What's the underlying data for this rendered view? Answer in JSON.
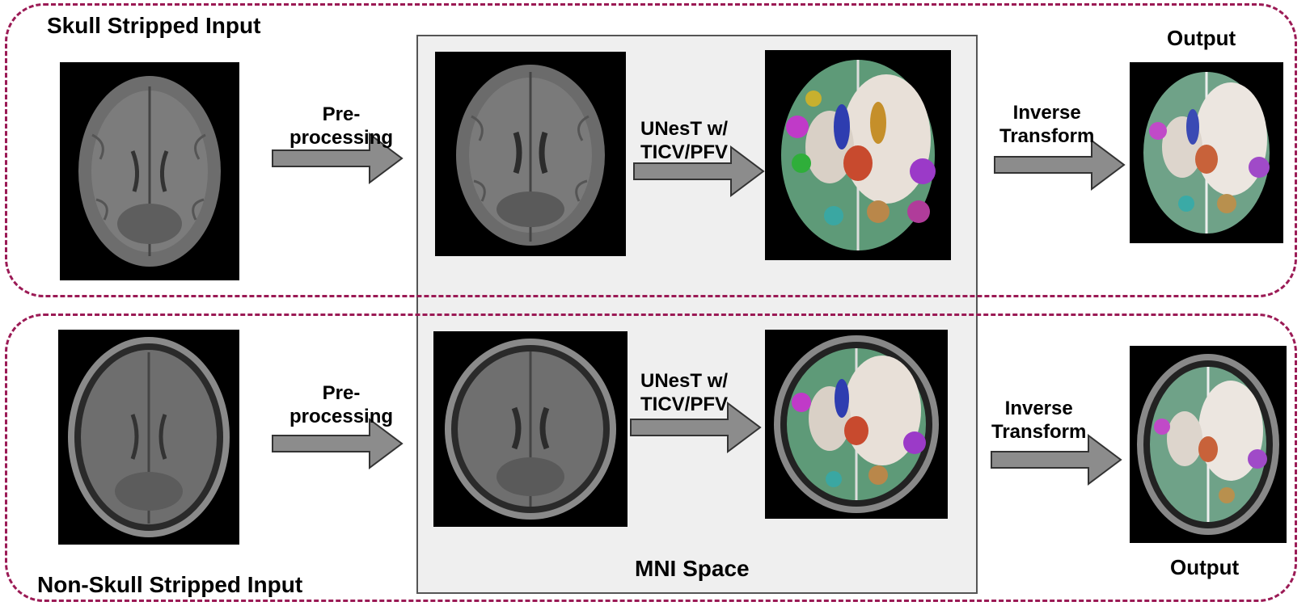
{
  "top_row": {
    "title": "Skull Stripped Input",
    "step1_label": "Pre-\nprocessing",
    "step2_label": "UNesT w/\nTICV/PFV",
    "step3_label": "Inverse\nTransform",
    "output_label": "Output"
  },
  "bottom_row": {
    "title": "Non-Skull Stripped Input",
    "step1_label": "Pre-\nprocessing",
    "step2_label": "UNesT w/\nTICV/PFV",
    "step3_label": "Inverse\nTransform",
    "output_label": "Output"
  },
  "mni_label": "MNI Space",
  "colors": {
    "dashed_border": "#9b1a55",
    "mni_bg": "#efefef",
    "arrow_fill": "#8c8c8c"
  }
}
